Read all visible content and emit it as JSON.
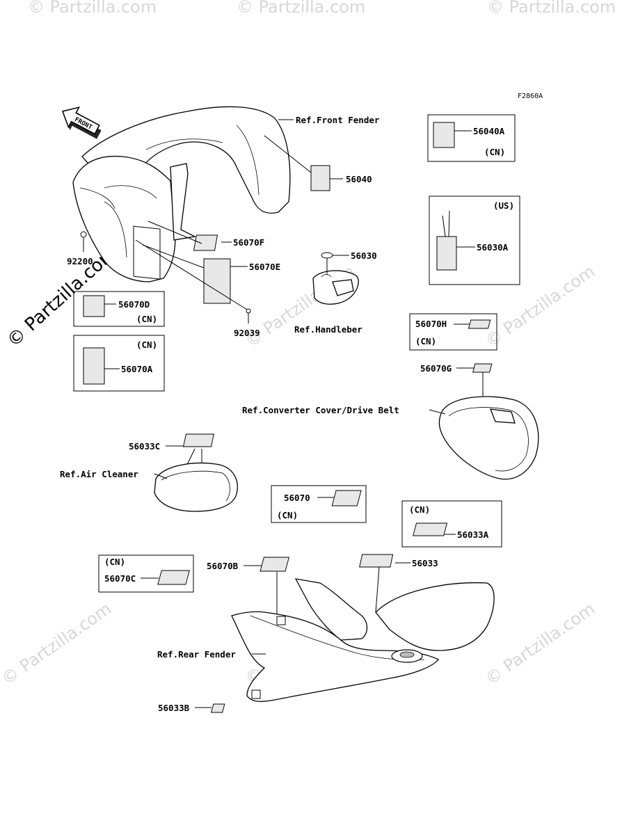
{
  "figure_code": "F2860A",
  "watermark": {
    "main": "© Partzilla.com",
    "faint": "© Partzilla.com"
  },
  "front_arrow": "FRONT",
  "callouts": {
    "ref_front_fender": "Ref.Front Fender",
    "p56040": "56040",
    "p56040a": "56040A",
    "p56040a_cn": "(CN)",
    "p56070f": "56070F",
    "p56070e": "56070E",
    "p92200": "92200",
    "p92039": "92039",
    "p56070d": "56070D",
    "p56070d_cn": "(CN)",
    "p56070a_cn": "(CN)",
    "p56070a": "56070A",
    "p56030": "56030",
    "ref_handlebar": "Ref.Handleber",
    "p56030a_us": "(US)",
    "p56030a": "56030A",
    "p56070h": "56070H",
    "p56070h_cn": "(CN)",
    "p56070g": "56070G",
    "ref_converter": "Ref.Converter Cover/Drive Belt",
    "p56033c": "56033C",
    "ref_air_cleaner": "Ref.Air Cleaner",
    "p56070": "56070",
    "p56070_cn": "(CN)",
    "p56033a_cn": "(CN)",
    "p56033a": "56033A",
    "p56070c_cn": "(CN)",
    "p56070c": "56070C",
    "p56070b": "56070B",
    "p56033": "56033",
    "ref_rear_fender": "Ref.Rear Fender",
    "p56033b": "56033B"
  }
}
